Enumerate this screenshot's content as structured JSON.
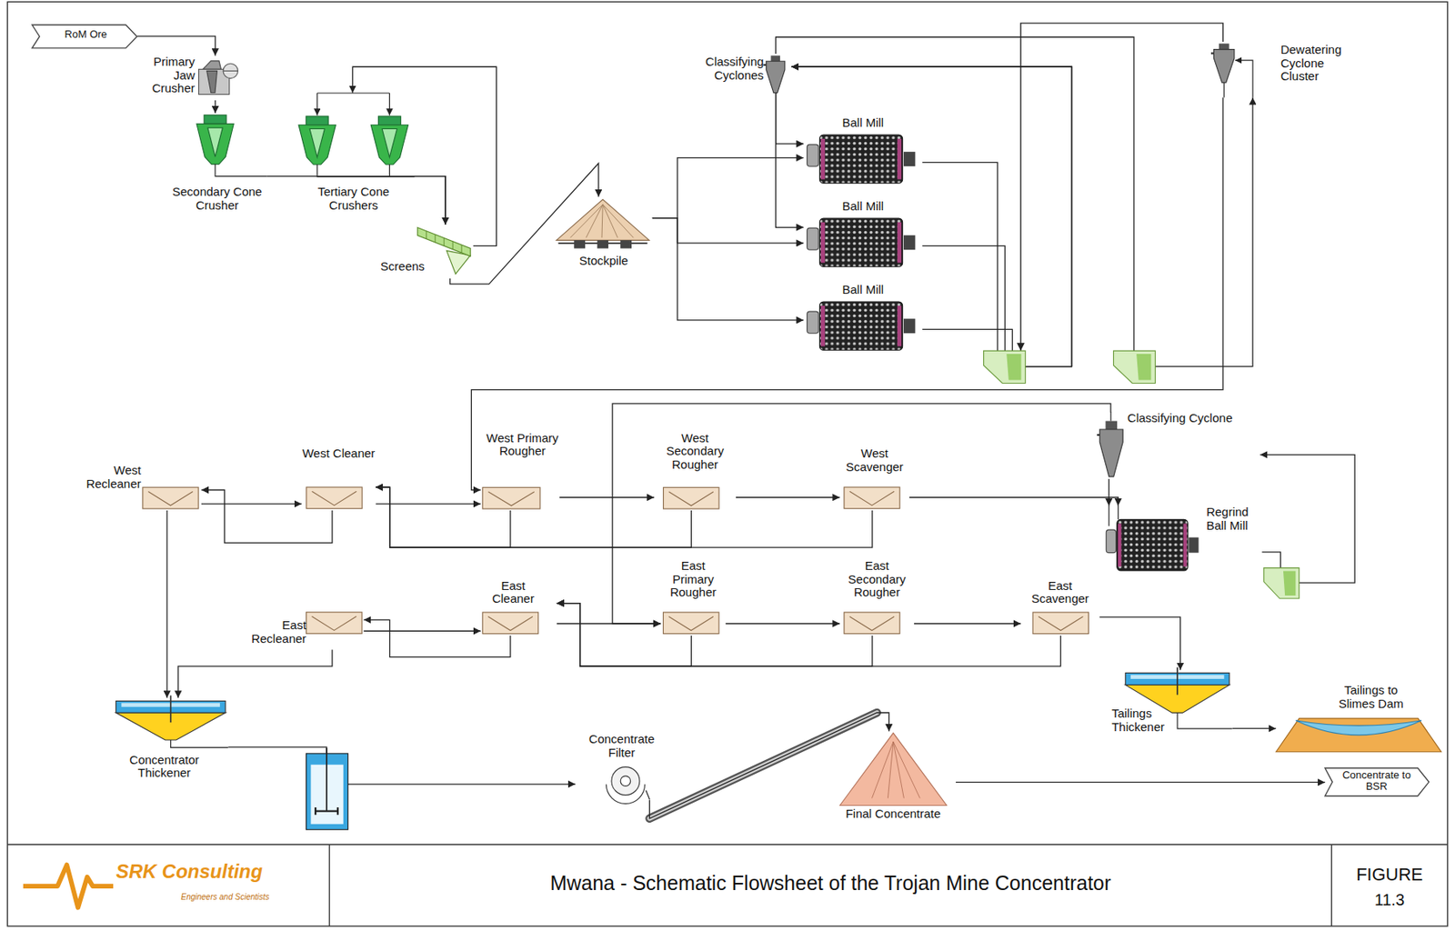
{
  "diagram": {
    "title": "Mwana - Schematic Flowsheet of the Trojan Mine Concentrator",
    "nodes": [
      {
        "text": [
          "RoM Ore"
        ]
      },
      {
        "text": [
          "Primary Jaw Crusher"
        ]
      },
      {
        "text": [
          "Secondary Cone Crusher"
        ]
      },
      {
        "text": [
          "Tertiary Cone Crushers"
        ]
      },
      {
        "text": [
          "Screens"
        ]
      },
      {
        "text": [
          "Stockpile"
        ]
      },
      {
        "text": [
          "Classifying Cyclones"
        ]
      },
      {
        "text": [
          "Ball Mill"
        ]
      },
      {
        "text": [
          "Ball Mill"
        ]
      },
      {
        "text": [
          "Ball Mill"
        ]
      },
      {
        "text": [
          "Dewatering Cyclone Cluster"
        ]
      },
      {
        "text": [
          "West Recleaner"
        ]
      },
      {
        "text": [
          "West Cleaner"
        ]
      },
      {
        "text": [
          "West Primary Rougher"
        ]
      },
      {
        "text": [
          "West Secondary Rougher"
        ]
      },
      {
        "text": [
          "West Scavenger"
        ]
      },
      {
        "text": [
          "Classifying Cyclone"
        ]
      },
      {
        "text": [
          "Regrind Ball Mill"
        ]
      },
      {
        "text": [
          "East Recleaner"
        ]
      },
      {
        "text": [
          "East Cleaner"
        ]
      },
      {
        "text": [
          "East Primary Rougher"
        ]
      },
      {
        "text": [
          "East Secondary Rougher"
        ]
      },
      {
        "text": [
          "East Scavenger"
        ]
      },
      {
        "text": [
          "Tailings Thickener"
        ]
      },
      {
        "text": [
          "Tailings to Slimes Dam"
        ]
      },
      {
        "text": [
          "Concentrator Thickener"
        ]
      },
      {
        "text": [
          "Concentrate Filter"
        ]
      },
      {
        "text": [
          "Final Concentrate"
        ]
      },
      {
        "text": [
          "Concentrate to BSR"
        ]
      }
    ],
    "edges": [
      {
        "from": 0,
        "to": 1,
        "arrow": "to"
      },
      {
        "from": 1,
        "to": 2,
        "arrow": "to"
      },
      {
        "from": 2,
        "to": 4,
        "arrow": "to"
      },
      {
        "from": 3,
        "to": 4,
        "arrow": "to"
      },
      {
        "from": 4,
        "to": 3,
        "arrow": "to"
      },
      {
        "from": 4,
        "to": 5,
        "arrow": "to"
      },
      {
        "from": 5,
        "to": 7,
        "arrow": "to"
      },
      {
        "from": 5,
        "to": 8,
        "arrow": "to"
      },
      {
        "from": 5,
        "to": 9,
        "arrow": "to"
      },
      {
        "from": 6,
        "to": 7,
        "arrow": "to"
      },
      {
        "from": 6,
        "to": 8,
        "arrow": "to"
      },
      {
        "from": 7,
        "to": 6,
        "arrow": "to"
      },
      {
        "from": 8,
        "to": 6,
        "arrow": "to"
      },
      {
        "from": 9,
        "to": 6,
        "arrow": "to"
      },
      {
        "from": 6,
        "to": 10,
        "arrow": "to"
      },
      {
        "from": 10,
        "to": 13,
        "arrow": "to"
      },
      {
        "from": 13,
        "to": 14,
        "arrow": "to"
      },
      {
        "from": 14,
        "to": 15,
        "arrow": "to"
      },
      {
        "from": 15,
        "to": 17,
        "arrow": "to"
      },
      {
        "from": 17,
        "to": 16,
        "arrow": "to"
      },
      {
        "from": 16,
        "to": 17,
        "arrow": "to"
      },
      {
        "from": 16,
        "to": 20,
        "arrow": "to"
      },
      {
        "from": 13,
        "to": 12,
        "arrow": "to"
      },
      {
        "from": 14,
        "to": 12,
        "arrow": "to"
      },
      {
        "from": 15,
        "to": 12,
        "arrow": "to"
      },
      {
        "from": 12,
        "to": 13,
        "arrow": "to"
      },
      {
        "from": 12,
        "to": 11,
        "arrow": "to"
      },
      {
        "from": 11,
        "to": 12,
        "arrow": "to"
      },
      {
        "from": 11,
        "to": 25,
        "arrow": "to"
      },
      {
        "from": 18,
        "to": 25,
        "arrow": "to"
      },
      {
        "from": 19,
        "to": 18,
        "arrow": "to"
      },
      {
        "from": 18,
        "to": 19,
        "arrow": "to"
      },
      {
        "from": 19,
        "to": 20,
        "arrow": "to"
      },
      {
        "from": 20,
        "to": 21,
        "arrow": "to"
      },
      {
        "from": 21,
        "to": 22,
        "arrow": "to"
      },
      {
        "from": 22,
        "to": 23,
        "arrow": "to"
      },
      {
        "from": 20,
        "to": 19,
        "arrow": "to"
      },
      {
        "from": 21,
        "to": 19,
        "arrow": "to"
      },
      {
        "from": 22,
        "to": 19,
        "arrow": "to"
      },
      {
        "from": 23,
        "to": 24,
        "arrow": "to"
      },
      {
        "from": 25,
        "to": 26,
        "arrow": "to"
      },
      {
        "from": 26,
        "to": 27,
        "arrow": "to"
      },
      {
        "from": 27,
        "to": 28,
        "arrow": "to"
      }
    ],
    "labels": [
      "SRK Consulting",
      "Engineers and Scientists",
      "FIGURE",
      "11.3"
    ]
  }
}
